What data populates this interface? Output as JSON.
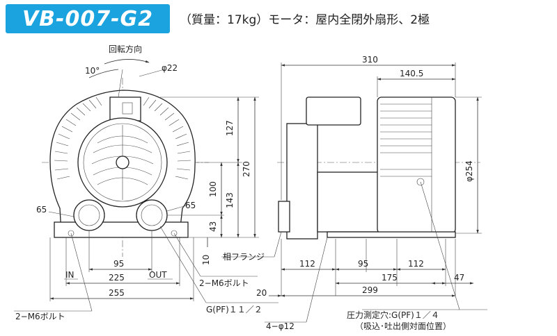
{
  "model": "VB-007-G2",
  "spec": "（質量：17kg）モータ：屋内全閉外扇形、2極",
  "colors": {
    "badge": "#1aa3df",
    "badge_text": "#ffffff",
    "line": "#222222"
  },
  "front_view": {
    "rotation_label": "回転方向",
    "angle_label": "10°",
    "phi22": "φ22",
    "dim_127": "127",
    "dim_270": "270",
    "dim_100": "100",
    "dim_143": "143",
    "dim_43": "43",
    "dim_10": "10",
    "left_65": "65",
    "right_65": "65",
    "in_label": "IN",
    "out_label": "OUT",
    "dim_95": "95",
    "dim_225": "225",
    "dim_255": "255",
    "bolt_right": "2−M6ボルト",
    "bolt_left": "2−M6ボルト",
    "gpf": "G(PF)１１／２"
  },
  "side_view": {
    "dim_310": "310",
    "dim_1405": "140.5",
    "phi254": "φ254",
    "flange": "相フランジ",
    "dim_112a": "112",
    "dim_95": "95",
    "dim_112b": "112",
    "dim_175": "175",
    "dim_47": "47",
    "dim_20": "20",
    "dim_299": "299",
    "hole": "4−φ12",
    "pressure": "圧力測定穴:G(PF)１／４",
    "pressure_sub": "（吸込･吐出側対面位置）"
  }
}
